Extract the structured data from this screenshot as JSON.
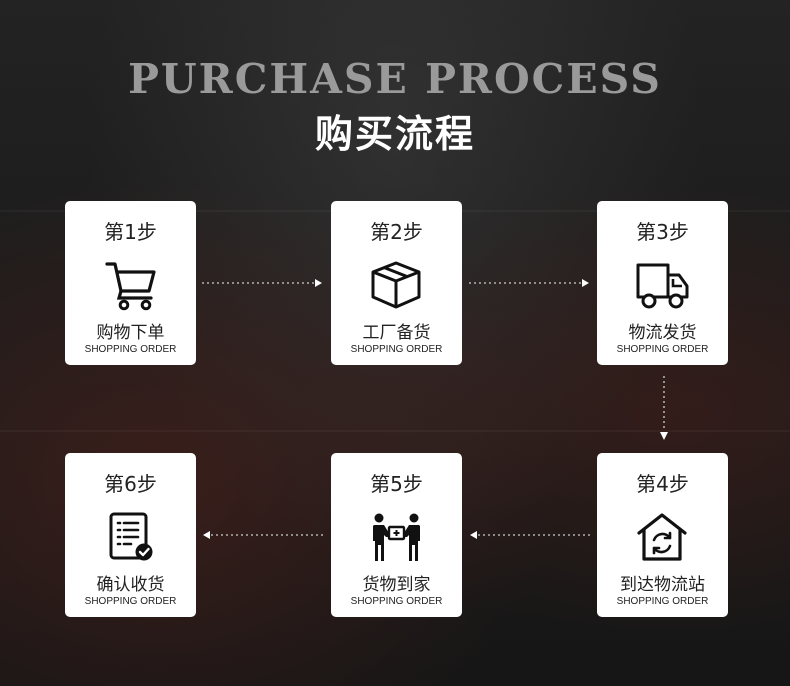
{
  "header": {
    "title_en": "PURCHASE PROCESS",
    "title_zh": "购买流程"
  },
  "steps": [
    {
      "step": "第1步",
      "name": "购物下单",
      "sub": "SHOPPING ORDER",
      "icon": "shopping-cart-icon"
    },
    {
      "step": "第2步",
      "name": "工厂备货",
      "sub": "SHOPPING ORDER",
      "icon": "package-box-icon"
    },
    {
      "step": "第3步",
      "name": "物流发货",
      "sub": "SHOPPING ORDER",
      "icon": "delivery-truck-icon"
    },
    {
      "step": "第4步",
      "name": "到达物流站",
      "sub": "SHOPPING ORDER",
      "icon": "warehouse-icon"
    },
    {
      "step": "第5步",
      "name": "货物到家",
      "sub": "SHOPPING ORDER",
      "icon": "handover-icon"
    },
    {
      "step": "第6步",
      "name": "确认收货",
      "sub": "SHOPPING ORDER",
      "icon": "checklist-icon"
    }
  ],
  "colors": {
    "card": "#ffffff",
    "text": "#222222",
    "title_en": "#9a9a9a",
    "title_zh": "#ffffff"
  }
}
